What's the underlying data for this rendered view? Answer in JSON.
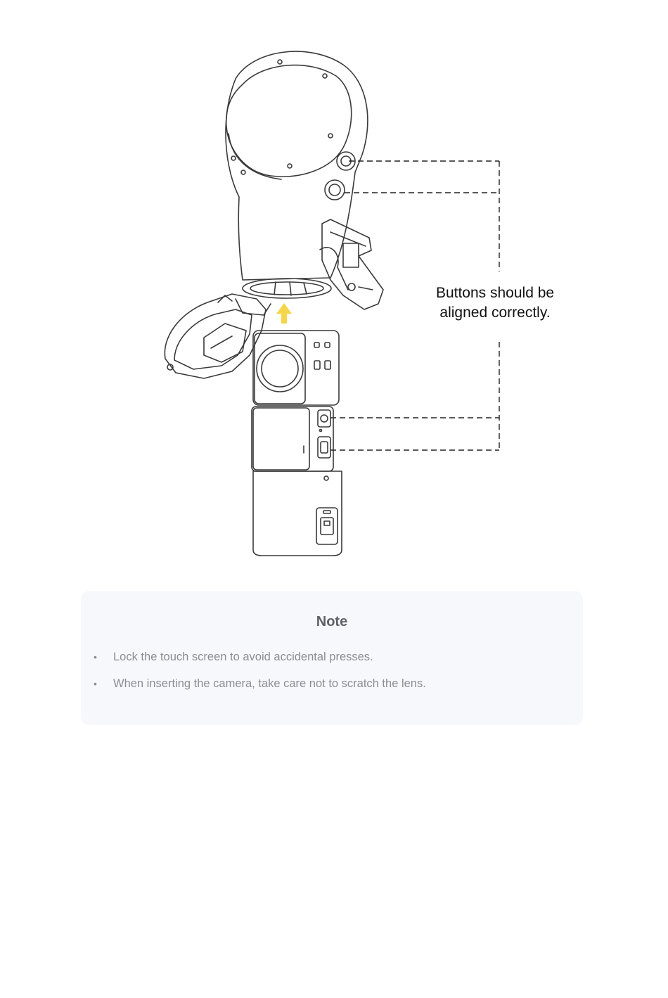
{
  "figure": {
    "callout_lines": [
      "Buttons should be",
      "aligned correctly."
    ],
    "arrow_color": "#f5d64a",
    "line_color": "#3a3a3a"
  },
  "note": {
    "title": "Note",
    "items": [
      "Lock the touch screen to avoid accidental presses.",
      "When inserting the camera, take care not to scratch the lens."
    ]
  }
}
